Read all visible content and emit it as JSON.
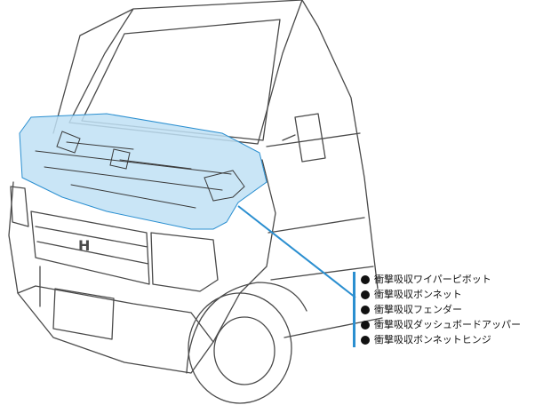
{
  "colors": {
    "highlight_fill": "#bfe0f5",
    "highlight_stroke": "#2b8fd0",
    "line": "#4a4a4a",
    "bullet": "#111111"
  },
  "emblem": "H",
  "legend": {
    "items": [
      "衝撃吸収ワイパーピボット",
      "衝撃吸収ボンネット",
      "衝撃吸収フェンダー",
      "衝撃吸収ダッシュボードアッパー",
      "衝撃吸収ボンネットヒンジ"
    ]
  }
}
